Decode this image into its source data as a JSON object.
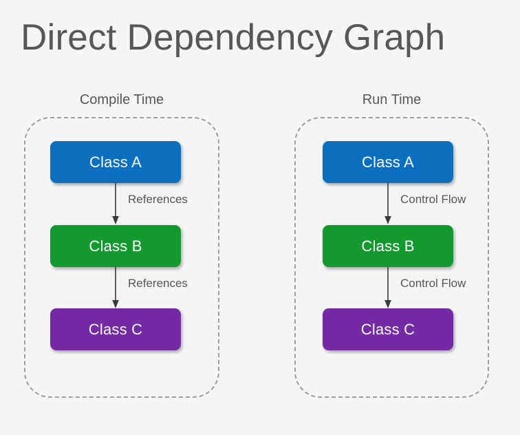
{
  "title": "Direct Dependency Graph",
  "background_color": "#f5f5f5",
  "title_color": "#575757",
  "label_color": "#565656",
  "frame_color": "#9e9e9e",
  "node_colors": {
    "class_a": "#0b6fc0",
    "class_b": "#139a2f",
    "class_c": "#7429a5"
  },
  "groups": [
    {
      "id": "compile-time",
      "label": "Compile Time",
      "nodes": [
        {
          "id": "class-a",
          "label": "Class A",
          "color": "#0b6fc0"
        },
        {
          "id": "class-b",
          "label": "Class B",
          "color": "#139a2f"
        },
        {
          "id": "class-c",
          "label": "Class C",
          "color": "#7429a5"
        }
      ],
      "edges": [
        {
          "id": "edge-a-b",
          "label": "References",
          "from": "Class A",
          "to": "Class B"
        },
        {
          "id": "edge-b-c",
          "label": "References",
          "from": "Class B",
          "to": "Class C"
        }
      ]
    },
    {
      "id": "run-time",
      "label": "Run Time",
      "nodes": [
        {
          "id": "class-a",
          "label": "Class A",
          "color": "#0b6fc0"
        },
        {
          "id": "class-b",
          "label": "Class B",
          "color": "#139a2f"
        },
        {
          "id": "class-c",
          "label": "Class C",
          "color": "#7429a5"
        }
      ],
      "edges": [
        {
          "id": "edge-a-b",
          "label": "Control Flow",
          "from": "Class A",
          "to": "Class B"
        },
        {
          "id": "edge-b-c",
          "label": "Control Flow",
          "from": "Class B",
          "to": "Class C"
        }
      ]
    }
  ]
}
